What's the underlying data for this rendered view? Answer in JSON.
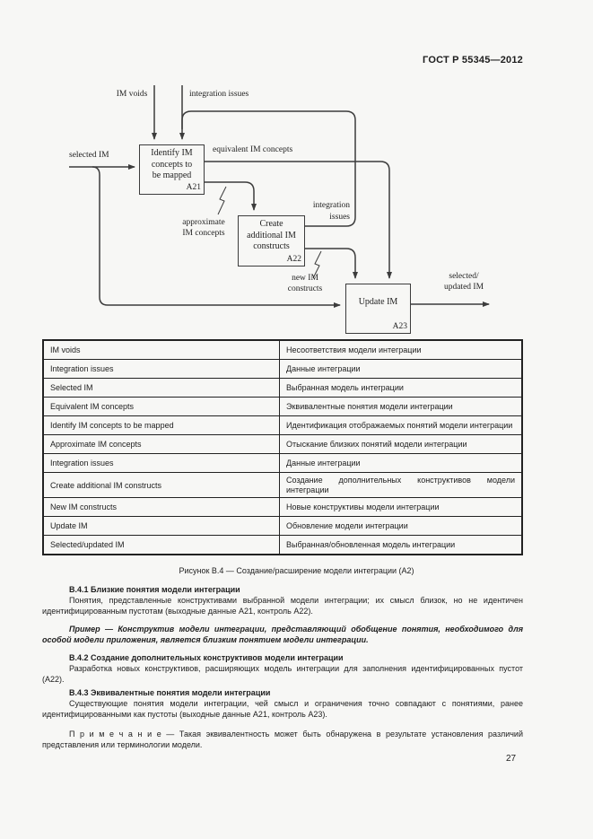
{
  "page": {
    "header": "ГОСТ Р 55345—2012",
    "number": "27"
  },
  "diagram": {
    "boxes": {
      "a21": {
        "label": "Identify IM\nconcepts to\nbe mapped",
        "code": "A21"
      },
      "a22": {
        "label": "Create\nadditional IM\nconstructs",
        "code": "A22"
      },
      "a23": {
        "label": "Update IM",
        "code": "A23"
      }
    },
    "labels": {
      "im_voids": "IM voids",
      "integration_issues_top": "integration issues",
      "selected_im": "selected IM",
      "equivalent": "equivalent IM concepts",
      "approximate": "approximate\nIM concepts",
      "integration_issues_mid": "integration\nissues",
      "new_constructs": "new IM\nconstructs",
      "selected_updated": "selected/\nupdated IM"
    }
  },
  "table": {
    "rows": [
      {
        "en": "IM voids",
        "ru": "Несоответствия модели интеграции"
      },
      {
        "en": "Integration issues",
        "ru": "Данные интеграции"
      },
      {
        "en": "Selected IM",
        "ru": "Выбранная модель интеграции"
      },
      {
        "en": "Equivalent IM concepts",
        "ru": "Эквивалентные понятия модели интеграции"
      },
      {
        "en": "Identify IM concepts to be mapped",
        "ru": "Идентификация отображаемых понятий модели интеграции"
      },
      {
        "en": "Approximate IM concepts",
        "ru": "Отыскание близких понятий модели интеграции"
      },
      {
        "en": "Integration issues",
        "ru": "Данные интеграции"
      },
      {
        "en": "Create additional IM constructs",
        "ru": "Создание дополнительных конструктивов модели интеграции"
      },
      {
        "en": "New IM constructs",
        "ru": "Новые конструктивы модели интеграции"
      },
      {
        "en": "Update IM",
        "ru": "Обновление модели интеграции"
      },
      {
        "en": "Selected/updated IM",
        "ru": "Выбранная/обновленная модель интеграции"
      }
    ]
  },
  "caption": "Рисунок В.4 — Создание/расширение модели интеграции (А2)",
  "sections": {
    "s1_heading": "В.4.1 Близкие понятия модели интеграции",
    "s1_body": "Понятия, представленные конструктивами выбранной модели интеграции; их смысл близок, но не идентичен идентифицированным пустотам (выходные данные А21, контроль А22).",
    "example": "Пример — Конструктив модели интеграции, представляющий обобщение понятия, необходимого для особой модели приложения, является близким понятием модели интеграции.",
    "s2_heading": "В.4.2 Создание дополнительных конструктивов модели интеграции",
    "s2_body": "Разработка новых конструктивов, расширяющих модель интеграции для заполнения идентифицированных пустот (А22).",
    "s3_heading": "В.4.3 Эквивалентные понятия модели интеграции",
    "s3_body": "Существующие понятия модели интеграции, чей смысл и ограничения точно совпадают с понятиями, ранее идентифицированными как пустоты (выходные данные А21, контроль А23).",
    "note": "П р и м е ч а н и е — Такая эквивалентность может быть обнаружена в результате установления различий представления или терминологии модели."
  }
}
